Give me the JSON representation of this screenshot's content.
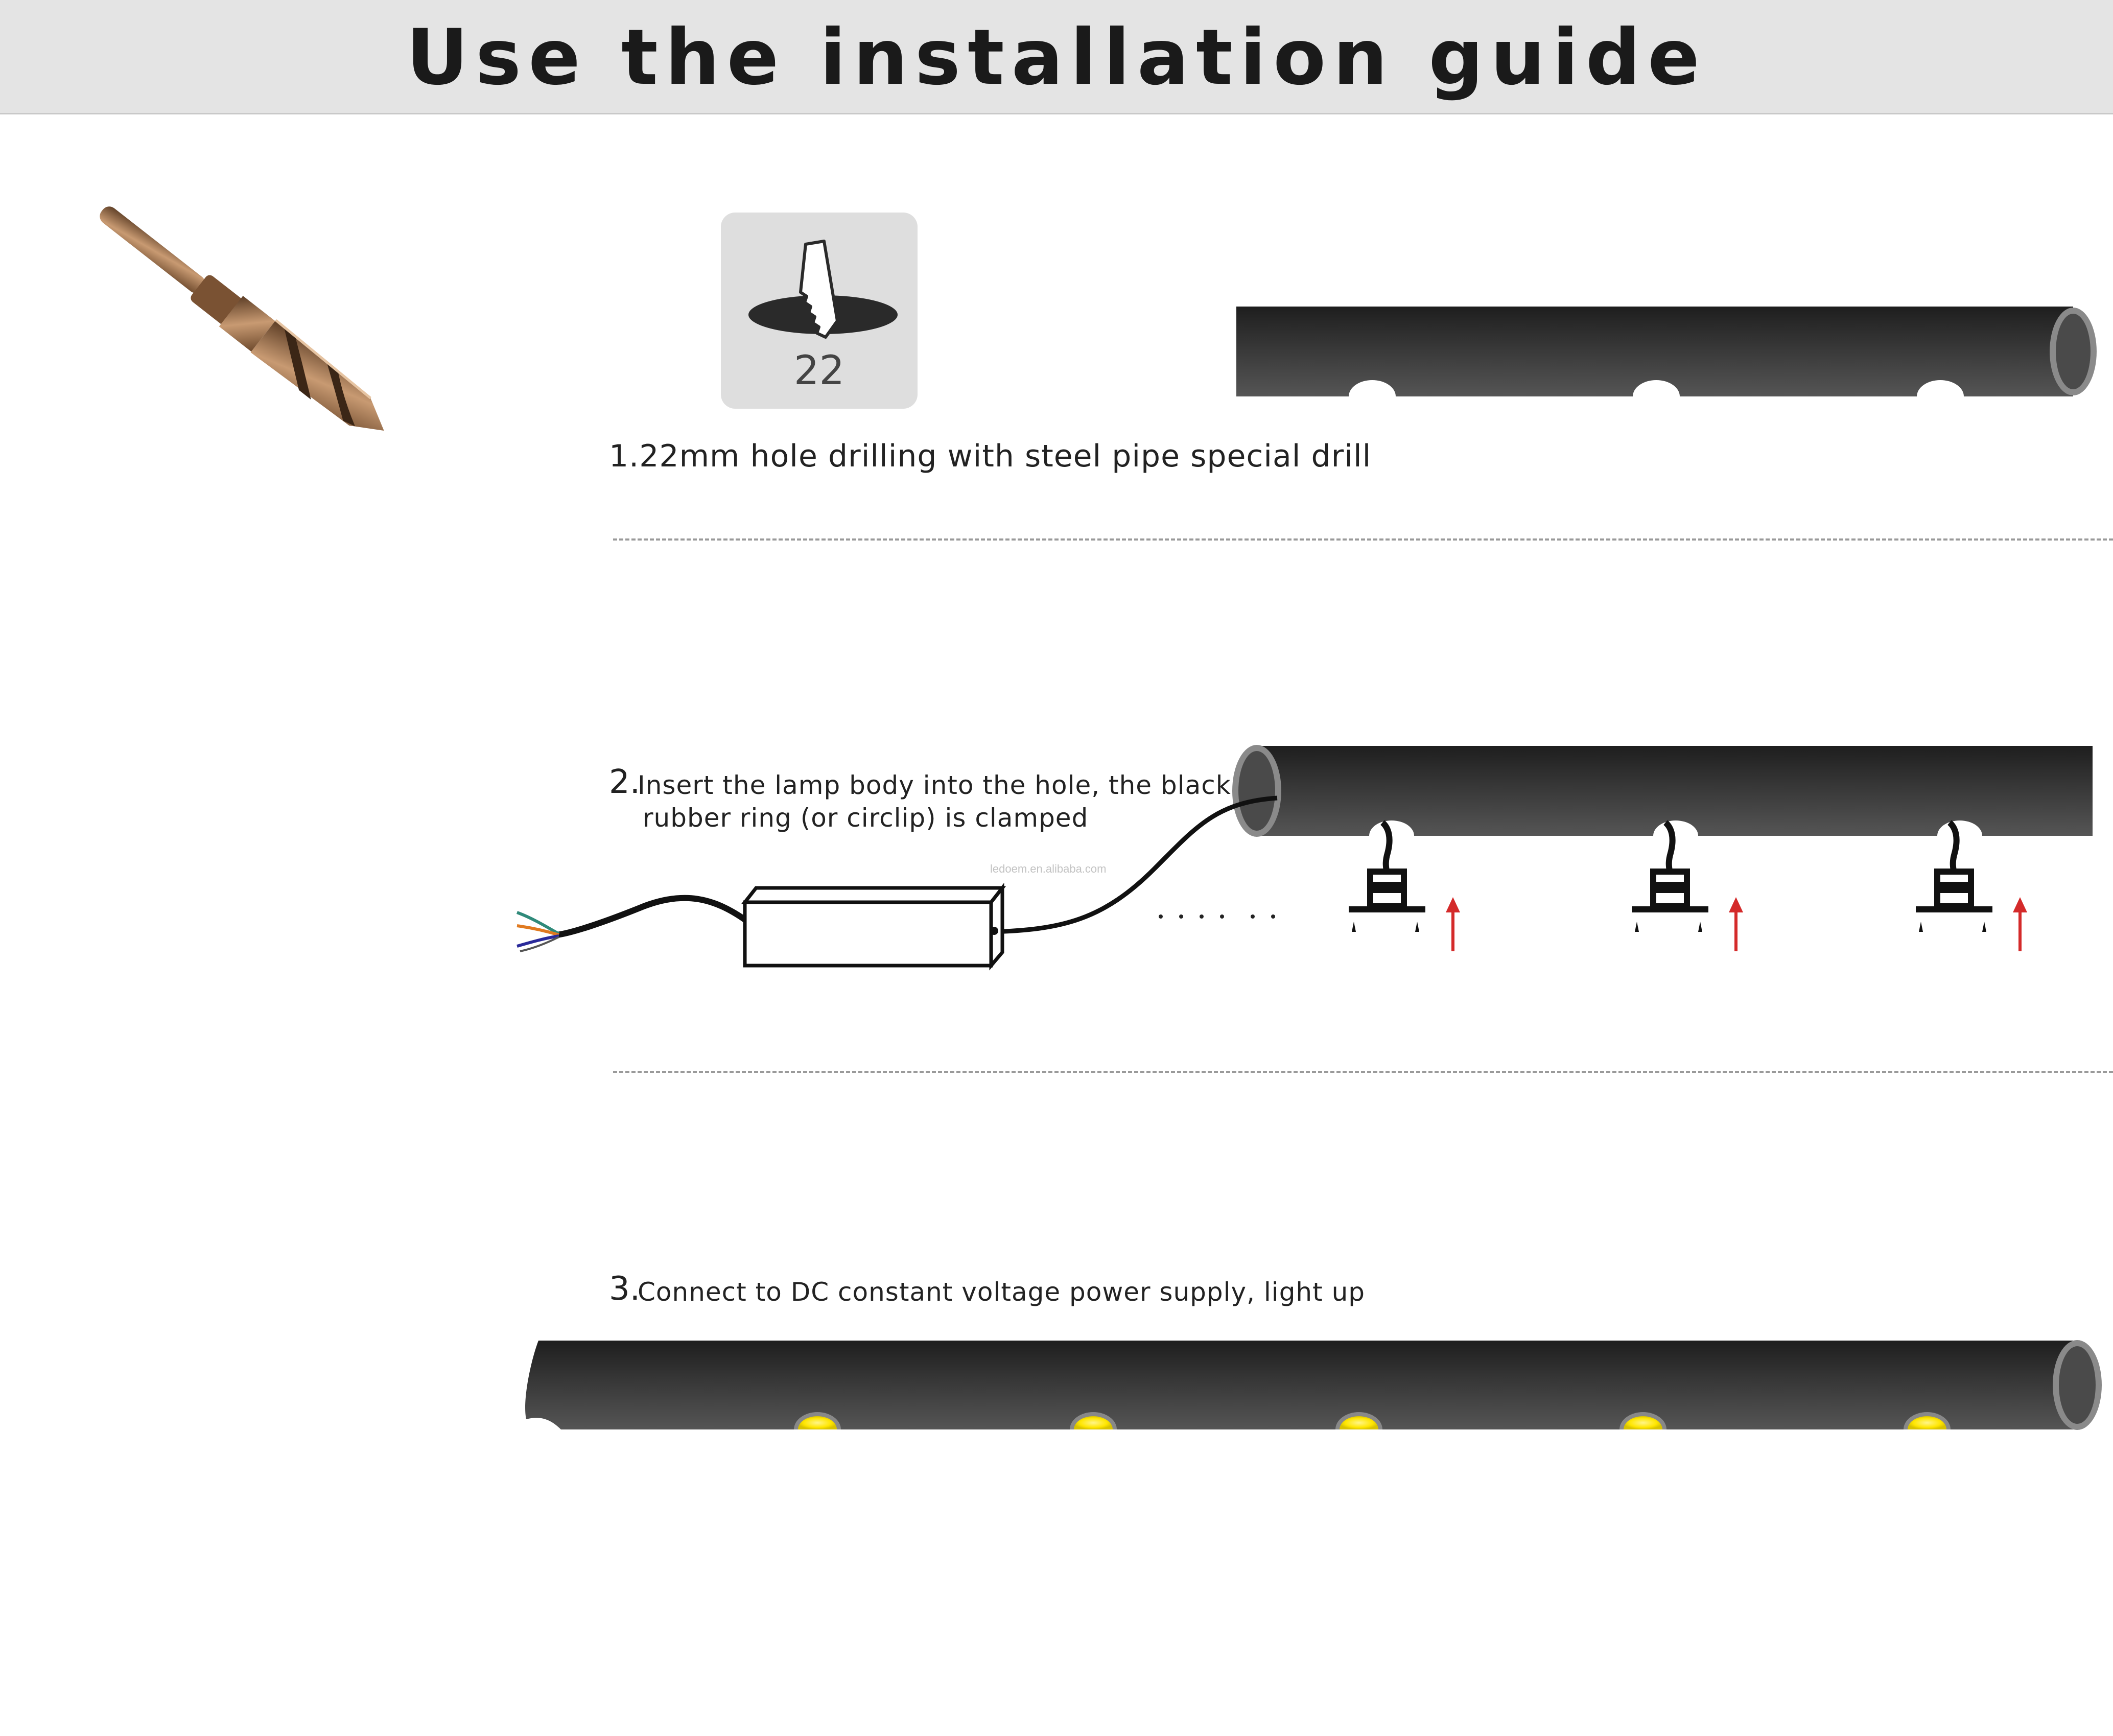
{
  "header": {
    "title": "Use the installation guide"
  },
  "steps": {
    "step1": {
      "text": "1.22mm hole drilling with steel pipe special drill"
    },
    "step2": {
      "number": "2.",
      "line1": "Insert the lamp body into the hole, the black",
      "line2": "rubber ring (or circlip) is clamped"
    },
    "step3": {
      "number": "3.",
      "text": "Connect to DC constant voltage power supply, light up"
    }
  },
  "drill_badge": {
    "size": "22"
  },
  "watermark": "ledoem.en.alibaba.com",
  "icons": {
    "drill_bit": "drill-bit-photo-icon",
    "hole_saw": "hole-drilling-icon",
    "arrow": "up-arrow-icon",
    "lamp": "lamp-fixture-icon"
  },
  "colors": {
    "header_bg": "#e4e4e4",
    "pipe": "#2e2e2e",
    "arrow": "#d42a2a",
    "led_light": "#ffee33",
    "drill": "#a87a55"
  }
}
